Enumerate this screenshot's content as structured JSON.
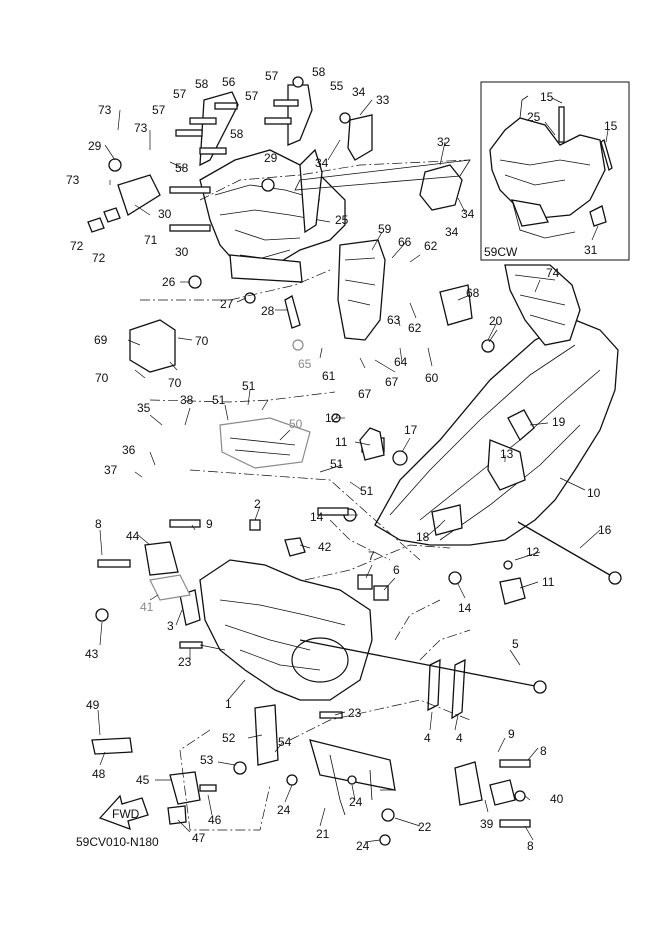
{
  "diagram": {
    "drawing_code": "59CV010-N180",
    "inset_label": "59CW",
    "fwd_label": "FWD",
    "callouts": {
      "n1": "1",
      "n2": "2",
      "n3": "3",
      "n4a": "4",
      "n4b": "4",
      "n5": "5",
      "n6": "6",
      "n7": "7",
      "n8a": "8",
      "n8b": "8",
      "n8c": "8",
      "n9a": "9",
      "n9b": "9",
      "n10": "10",
      "n11a": "11",
      "n11b": "11",
      "n12a": "12",
      "n12b": "12",
      "n13": "13",
      "n14a": "14",
      "n14b": "14",
      "n15a": "15",
      "n15b": "15",
      "n16": "16",
      "n17": "17",
      "n18": "18",
      "n19": "19",
      "n20": "20",
      "n21": "21",
      "n22": "22",
      "n23a": "23",
      "n23b": "23",
      "n24a": "24",
      "n24b": "24",
      "n24c": "24",
      "n25a": "25",
      "n25b": "25",
      "n26": "26",
      "n27": "27",
      "n28": "28",
      "n29a": "29",
      "n29b": "29",
      "n30a": "30",
      "n30b": "30",
      "n31": "31",
      "n32": "32",
      "n33": "33",
      "n34a": "34",
      "n34b": "34",
      "n34c": "34",
      "n34d": "34",
      "n35": "35",
      "n36": "36",
      "n37": "37",
      "n38": "38",
      "n39": "39",
      "n40": "40",
      "n41": "41",
      "n42": "42",
      "n43": "43",
      "n44": "44",
      "n45": "45",
      "n46": "46",
      "n47": "47",
      "n48": "48",
      "n49": "49",
      "n50": "50",
      "n51a": "51",
      "n51b": "51",
      "n51c": "51",
      "n51d": "51",
      "n52": "52",
      "n53": "53",
      "n54": "54",
      "n55": "55",
      "n56": "56",
      "n57a": "57",
      "n57b": "57",
      "n57c": "57",
      "n57d": "57",
      "n58a": "58",
      "n58b": "58",
      "n58c": "58",
      "n58d": "58",
      "n59": "59",
      "n60": "60",
      "n61": "61",
      "n62a": "62",
      "n62b": "62",
      "n63": "63",
      "n64": "64",
      "n65": "65",
      "n66": "66",
      "n67a": "67",
      "n67b": "67",
      "n68": "68",
      "n69": "69",
      "n70a": "70",
      "n70b": "70",
      "n70c": "70",
      "n71": "71",
      "n72a": "72",
      "n72b": "72",
      "n73a": "73",
      "n73b": "73",
      "n73c": "73",
      "n74": "74"
    }
  }
}
